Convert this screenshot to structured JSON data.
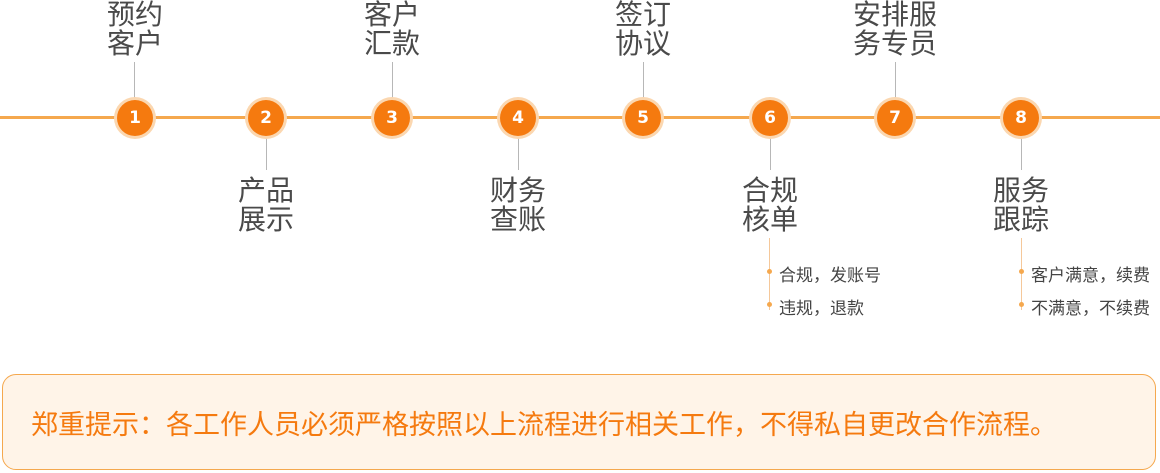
{
  "steps": [
    {
      "number": "1",
      "label": "预约\n客户",
      "position": "up"
    },
    {
      "number": "2",
      "label": "产品\n展示",
      "position": "down"
    },
    {
      "number": "3",
      "label": "客户\n汇款",
      "position": "up"
    },
    {
      "number": "4",
      "label": "财务\n查账",
      "position": "down"
    },
    {
      "number": "5",
      "label": "签订\n协议",
      "position": "up"
    },
    {
      "number": "6",
      "label": "合规\n核单",
      "position": "down",
      "sub_items": [
        "合规，发账号",
        "违规，退款"
      ]
    },
    {
      "number": "7",
      "label": "安排服\n务专员",
      "position": "up"
    },
    {
      "number": "8",
      "label": "服务\n跟踪",
      "position": "down",
      "sub_items": [
        "客户满意，续费",
        "不满意，不续费"
      ]
    }
  ],
  "notice": {
    "text": "郑重提示：各工作人员必须严格按照以上流程进行相关工作，不得私自更改合作流程。"
  },
  "colors": {
    "accent": "#f57a0f",
    "line": "#f5a84e",
    "text": "#4a4a4a"
  }
}
